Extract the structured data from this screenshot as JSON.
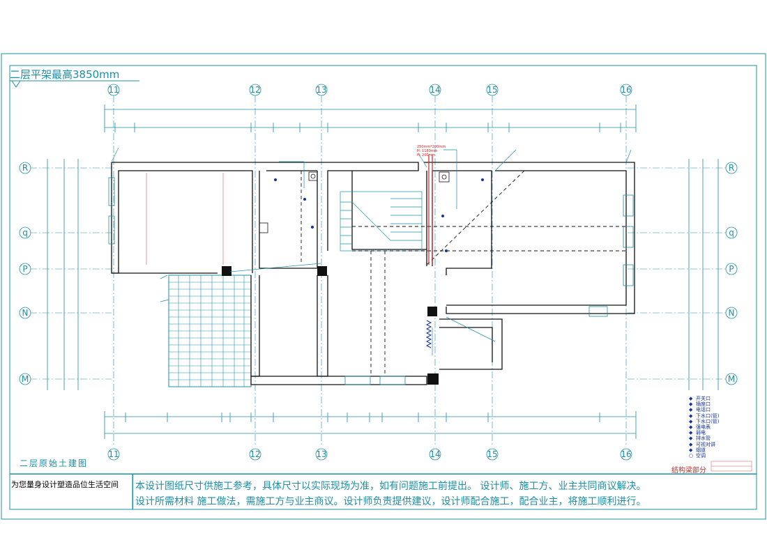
{
  "title": "二层平架最高3850mm",
  "drawing_name": "二层原始土建图",
  "grid_top": [
    "11",
    "12",
    "13",
    "14",
    "15",
    "16"
  ],
  "grid_bottom": [
    "11",
    "12",
    "13",
    "14",
    "15",
    "16"
  ],
  "grid_left": [
    "R",
    "q",
    "P",
    "N",
    "M"
  ],
  "grid_right": [
    "R",
    "q",
    "P",
    "N",
    "M"
  ],
  "red_annotation": [
    "250mm*200mm",
    "H: 1180mm",
    "H: 200mm"
  ],
  "legend": [
    {
      "mark": "◆",
      "label": "开关口"
    },
    {
      "mark": "◆",
      "label": "插座口"
    },
    {
      "mark": "◆",
      "label": "电话口"
    },
    {
      "mark": "◆",
      "label": "下水口(管)"
    },
    {
      "mark": "◆",
      "label": "下水口(管)"
    },
    {
      "mark": "◆",
      "label": "强电表"
    },
    {
      "mark": "◆",
      "label": "弱电"
    },
    {
      "mark": "◆",
      "label": "排水管"
    },
    {
      "mark": "◆",
      "label": "可视对讲"
    },
    {
      "mark": "◆",
      "label": "烟道"
    },
    {
      "mark": "○",
      "label": "空调"
    }
  ],
  "structure_label": "结构梁部分",
  "footer": {
    "slogan": "为您量身设计塑造品位生活空间",
    "note_line1": "本设计图纸尺寸供施工参考，具体尺寸以实际现场为准，如有问题施工前提出。 设计师、施工方、业主共同商议解决。",
    "note_line2": "设计所需材料 施工做法，需施工方与业主商议。设计师负责提供建议，设计师配合施工，配合业主，将施工顺利进行。"
  },
  "colors": {
    "cad_cyan": "#1b8fa6",
    "wall": "#111111",
    "annotation_red": "#d42020",
    "legend_blue": "#14329c"
  }
}
